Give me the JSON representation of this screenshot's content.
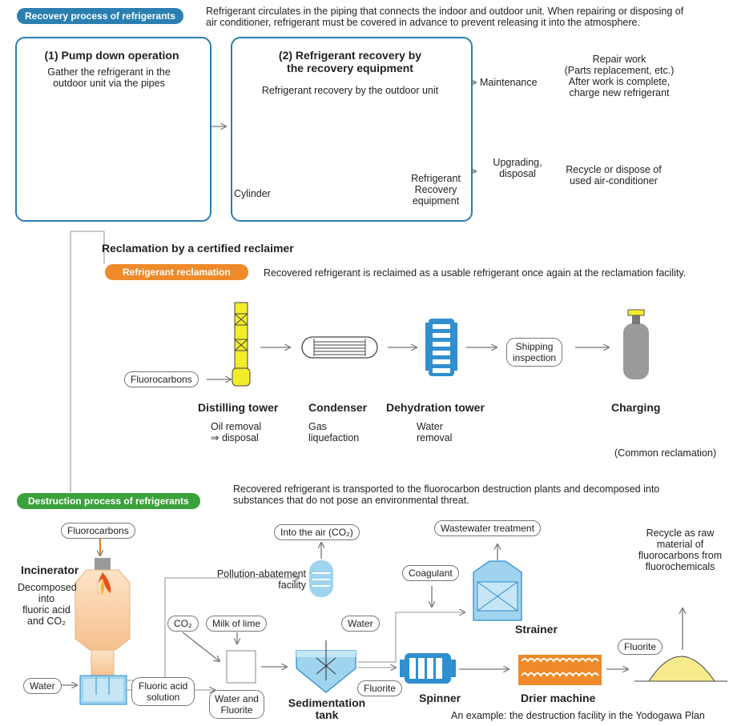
{
  "recovery": {
    "title": "Recovery process of refrigerants",
    "description_1": "Refrigerant circulates in the piping that connects the indoor and outdoor unit. When repairing or disposing of",
    "description_2": "air conditioner, refrigerant must be covered in advance to prevent releasing it into the atmosphere.",
    "pump_down": {
      "heading": "(1) Pump down operation",
      "text_1": "Gather the refrigerant in the",
      "text_2": "outdoor unit via the pipes"
    },
    "equipment": {
      "heading_1": "(2) Refrigerant recovery by",
      "heading_2": "the recovery equipment",
      "subtitle": "Refrigerant recovery by the outdoor unit",
      "cylinder": "Cylinder",
      "recovery_1": "Refrigerant",
      "recovery_2": "Recovery",
      "recovery_3": "equipment"
    },
    "maintenance": "Maintenance",
    "upgrading_1": "Upgrading,",
    "upgrading_2": "disposal",
    "repair": {
      "line_1": "Repair work",
      "line_2": "(Parts replacement, etc.)",
      "line_3": "After work is complete,",
      "line_4": "charge new refrigerant"
    },
    "recycle": {
      "line_1": "Recycle or dispose of",
      "line_2": "used air-conditioner"
    }
  },
  "reclamation": {
    "heading": "Reclamation by a certified reclaimer",
    "title": "Refrigerant reclamation",
    "description": "Recovered refrigerant is reclaimed as a usable refrigerant once again at the reclamation facility.",
    "fluorocarbons": "Fluorocarbons",
    "shipping_1": "Shipping",
    "shipping_2": "inspection",
    "distilling": "Distilling tower",
    "condenser": "Condenser",
    "dehydration": "Dehydration tower",
    "charging": "Charging",
    "oil_1": "Oil removal",
    "oil_2": "⇒ disposal",
    "gas_1": "Gas",
    "gas_2": "liquefaction",
    "water_1": "Water",
    "water_2": "removal",
    "common": "(Common reclamation)"
  },
  "destruction": {
    "title": "Destruction process of refrigerants",
    "description_1": "Recovered refrigerant is transported to the fluorocarbon destruction plants and decomposed into",
    "description_2": "substances that do not pose an environmental threat.",
    "fluorocarbons": "Fluorocarbons",
    "into_air": "Into the air (CO₂)",
    "wastewater": "Wastewater treatment",
    "recycle_1": "Recycle as raw",
    "recycle_2": "material of",
    "recycle_3": "fluorocarbons from",
    "recycle_4": "fluorochemicals",
    "incinerator": "Incinerator",
    "decomposed_1": "Decomposed",
    "decomposed_2": "into",
    "decomposed_3": "fluoric acid",
    "decomposed_4": "and CO₂",
    "pollution_1": "Pollution-abatement",
    "pollution_2": "facility",
    "coagulant": "Coagulant",
    "co2": "CO₂",
    "milk": "Milk of lime",
    "water_in": "Water",
    "water_side": "Water",
    "strainer": "Strainer",
    "fluorite_right": "Fluorite",
    "fluoric_1": "Fluoric acid",
    "fluoric_2": "solution",
    "water_fluorite_1": "Water and",
    "water_fluorite_2": "Fluorite",
    "sedimentation_1": "Sedimentation",
    "sedimentation_2": "tank",
    "fluorite_mid": "Fluorite",
    "spinner": "Spinner",
    "drier": "Drier machine",
    "example": "An example: the destruction facility in the Yodogawa Plan"
  },
  "colors": {
    "blue": "#2a7fb0",
    "orange": "#ee8a2a",
    "green": "#3aa23a",
    "light_blue": "#79bad6"
  }
}
